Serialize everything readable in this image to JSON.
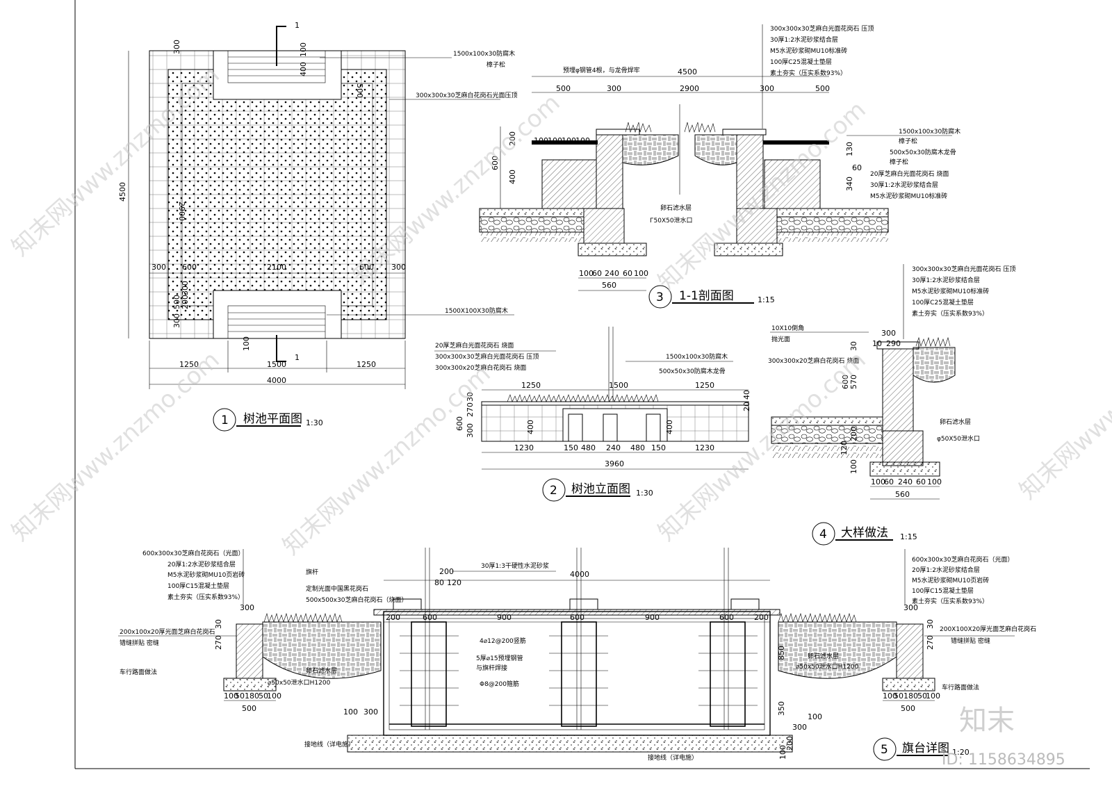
{
  "drawings": {
    "d1": {
      "number": "1",
      "title": "树池平面图",
      "scale": "1:30"
    },
    "d2": {
      "number": "2",
      "title": "树池立面图",
      "scale": "1:30"
    },
    "d3": {
      "number": "3",
      "title": "1-1剖面图",
      "scale": "1:15"
    },
    "d4": {
      "number": "4",
      "title": "大样做法",
      "scale": "1:15"
    },
    "d5": {
      "number": "5",
      "title": "旗台详图",
      "scale": "1:20"
    }
  },
  "plan": {
    "section_mark": "1",
    "dims": {
      "h_total": "4000",
      "h_left": "1250",
      "h_mid": "1500",
      "h_right": "1250",
      "v_total": "4500",
      "v_2900": "2900",
      "v_300a": "300",
      "v_300b": "300",
      "row_300l": "300",
      "row_600l": "600",
      "row_2100": "2100",
      "row_600r": "600",
      "row_300r": "300",
      "v_500": "500",
      "v_500b": "500",
      "v_300c": "300",
      "v_200": "200",
      "bench_100a": "100",
      "bench_400": "400",
      "bench_100b": "100"
    },
    "labels": {
      "wood_top": "1500x100x30防腐木",
      "wood_top2": "樟子松",
      "granite": "300x300x30芝麻白花岗石光面压顶",
      "wood_bottom": "1500X100X30防腐木"
    }
  },
  "section11": {
    "dims": {
      "total": "4500",
      "d500a": "500",
      "d300a": "300",
      "d2900": "2900",
      "d300b": "300",
      "d500b": "500",
      "v200": "200",
      "v600": "600",
      "v400": "400",
      "v130": "130",
      "v60": "60",
      "v340": "340",
      "b100a": "100",
      "b60a": "60",
      "b240": "240",
      "b60b": "60",
      "b100b": "100",
      "b560": "560",
      "top100a": "100",
      "top100b": "100",
      "top100c": "100",
      "top100d": "100"
    },
    "notes_left": "预埋φ钢管4根，与龙骨焊牢",
    "notes_right": [
      "300x300x30芝麻白光面花岗石 压顶",
      "30厚1:2水泥砂浆结合层",
      "M5水泥砂浆砌MU10标准砖",
      "100厚C25混凝土垫层",
      "素土夯实（压实系数93%）"
    ],
    "notes_side": [
      "1500x100x30防腐木",
      "樟子松",
      "500x50x30防腐木龙骨",
      "樟子松",
      "20厚芝麻白光面花岗石 烧面",
      "30厚1:2水泥砂浆结合层",
      "M5水泥砂浆砌MU10标准砖"
    ],
    "gravel": "卵石滤水层",
    "drain": "Г50X50泄水口"
  },
  "elevation": {
    "labels": [
      "20厚芝麻白光面花岗石 烧面",
      "300x300x30芝麻白光面花岗石 压顶",
      "300x300x20芝麻白花岗石 烧面"
    ],
    "labels_right": [
      "1500x100x30防腐木",
      "500x50x30防腐木龙骨"
    ],
    "dims": {
      "t1250a": "1250",
      "t1500": "1500",
      "t1250b": "1250",
      "b1230a": "1230",
      "b150a": "150",
      "b480a": "480",
      "b240": "240",
      "b480b": "480",
      "b150b": "150",
      "b1230b": "1230",
      "total": "3960",
      "v600": "600",
      "v300": "300",
      "v270": "270",
      "v30": "30",
      "v400a": "400",
      "v400b": "400",
      "v20": "20",
      "v40": "40"
    }
  },
  "detail4": {
    "notes": [
      "300x300x30芝麻白光面花岗石 压顶",
      "30厚1:2水泥砂浆结合层",
      "M5水泥砂浆砌MU10标准砖",
      "100厚C25混凝土垫层",
      "素土夯实（压实系数93%）"
    ],
    "left_notes": [
      "10X10倒角",
      "抛光面",
      "300x300x20芝麻白花岗石 烧面"
    ],
    "gravel": "卵石滤水层",
    "drain": "φ50X50泄水口",
    "dims": {
      "t300": "300",
      "t10": "10",
      "t290": "290",
      "v30": "30",
      "v600": "600",
      "v570": "570",
      "v200": "200",
      "v100": "100",
      "v120": "120",
      "b100a": "100",
      "b60a": "60",
      "b240": "240",
      "b60b": "60",
      "b100b": "100",
      "b560": "560"
    }
  },
  "flag": {
    "notes_left": [
      "600x300x30芝麻白花岗石（光面）",
      "20厚1:2水泥砂浆结合层",
      "M5水泥砂浆砌MU10页岩砖",
      "100厚C15混凝土垫层",
      "素土夯实（压实系数93%）"
    ],
    "notes_right": [
      "600x300x30芝麻白花岗石（光面）",
      "20厚1:2水泥砂浆结合层",
      "M5水泥砂浆砌MU10页岩砖",
      "100厚C15混凝土垫层",
      "素土夯实（压实系数93%）"
    ],
    "side_left": [
      "200x100x20厚光面芝麻白花岗石",
      "错缝拼贴 密缝",
      "车行路面做法"
    ],
    "side_right": [
      "200X100X20厚光面芝麻白花岗石",
      "错缝拼贴 密缝",
      "车行路面做法"
    ],
    "center_notes": [
      "旗杆",
      "定制光面中国黑花岗石",
      "500x500x30芝麻白花岗石（烧面）",
      "30厚1:3干硬性水泥砂浆"
    ],
    "rebar": [
      "4⌀12@200竖筋",
      "5厚⌀15预埋钢管",
      "与旗杆焊接",
      "Φ8@200箍筋"
    ],
    "ground": [
      "接地线（详电施）",
      "接地线（详电施）"
    ],
    "gravel_l": "卵石滤水层",
    "drain_l": "⌀50x50泄水口H1200",
    "gravel_r": "卵石滤水层",
    "drain_r": "⌀50x50泄水口H1200",
    "dims": {
      "d4000": "4000",
      "d200": "200",
      "d80": "80",
      "d120": "120",
      "c200a": "200",
      "c600a": "600",
      "c900a": "900",
      "c600b": "600",
      "c900b": "900",
      "c600c": "600",
      "c200b": "200",
      "l300": "300",
      "l30": "30",
      "l270": "270",
      "l100a": "100",
      "l50a": "50",
      "l180": "180",
      "l50b": "50",
      "l100b": "100",
      "l500": "500",
      "r300": "300",
      "r30": "30",
      "r270": "270",
      "r100a": "100",
      "r50a": "50",
      "r180": "180",
      "r50b": "50",
      "r100b": "100",
      "r500": "500",
      "f100": "100",
      "f300": "300",
      "v850": "850",
      "v350": "350",
      "v300": "300",
      "v200": "200",
      "v100a": "100",
      "v100b": "100"
    }
  },
  "watermarks": {
    "site": "知末网www.znzmo.com",
    "logo": "知末",
    "id": "ID: 1158634895"
  }
}
